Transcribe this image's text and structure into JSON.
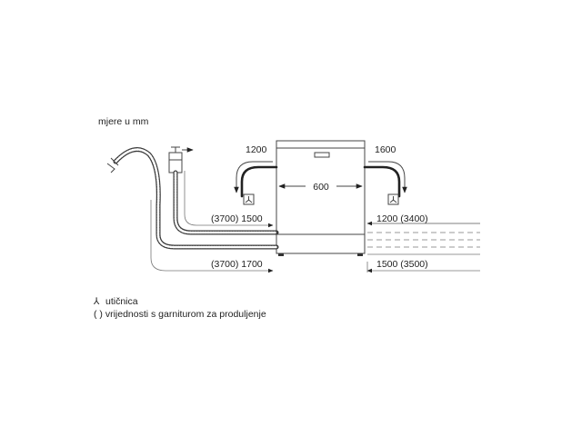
{
  "title": "mjere u mm",
  "dimensions": {
    "left_top": "1200",
    "right_top": "1600",
    "width": "600",
    "left_mid": "(3700) 1500",
    "right_mid": "1200 (3400)",
    "left_bottom": "(3700) 1700",
    "right_bottom": "1500 (3500)"
  },
  "legend": {
    "socket_symbol": "⅄",
    "socket": "utičnica",
    "extension": "( ) vrijednosti s garniturom za produljenje"
  }
}
